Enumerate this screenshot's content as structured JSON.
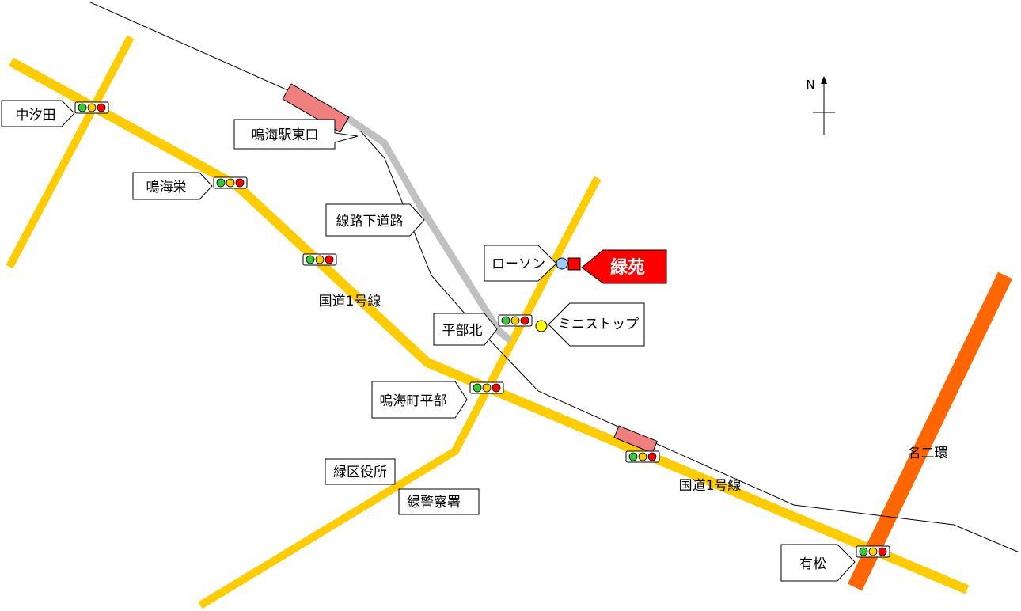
{
  "destination": {
    "label": "緑苑",
    "color": "#ff0000"
  },
  "compass": {
    "label": "N"
  },
  "roads": {
    "route1_upper": "国道1号線",
    "route1_lower": "国道1号線",
    "meiji_ring": "名二環"
  },
  "places": {
    "nakashioda": "中汐田",
    "narumi_station_east": "鳴海駅東口",
    "narumi_sakae": "鳴海栄",
    "underpass": "線路下道路",
    "lawson": "ローソン",
    "ministop": "ミニストップ",
    "hirabe_kita": "平部北",
    "narumicho_hirabe": "鳴海町平部",
    "midori_ward_office": "緑区役所",
    "midori_police": "緑警察署",
    "arimatsu": "有松"
  },
  "colors": {
    "main_road": "#ffcc00",
    "ring_road": "#ff6600",
    "station": "#f08080",
    "underpass_road": "#c0c0c0",
    "lawson_marker": "#99ccff",
    "ministop_marker": "#ffff00"
  },
  "icons": {
    "traffic_signal": "traffic-light-icon",
    "station": "station-icon",
    "compass": "north-arrow-icon"
  }
}
